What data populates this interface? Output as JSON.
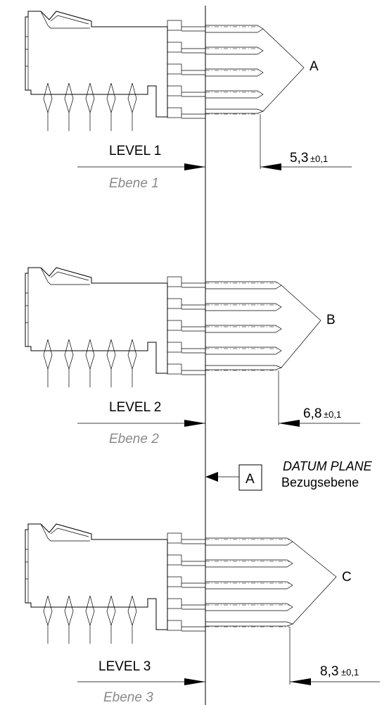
{
  "levels": [
    {
      "level_label": "LEVEL 1",
      "ebene_label": "Ebene 1",
      "pin_group_label": "A",
      "dimension_value": "5,3",
      "tolerance": "±0,1"
    },
    {
      "level_label": "LEVEL 2",
      "ebene_label": "Ebene 2",
      "pin_group_label": "B",
      "dimension_value": "6,8",
      "tolerance": "±0,1"
    },
    {
      "level_label": "LEVEL 3",
      "ebene_label": "Ebene 3",
      "pin_group_label": "C",
      "dimension_value": "8,3",
      "tolerance": "±0,1"
    }
  ],
  "datum": {
    "frame_letter": "A",
    "label_en": "DATUM PLANE",
    "label_de": "Bezugsebene"
  }
}
